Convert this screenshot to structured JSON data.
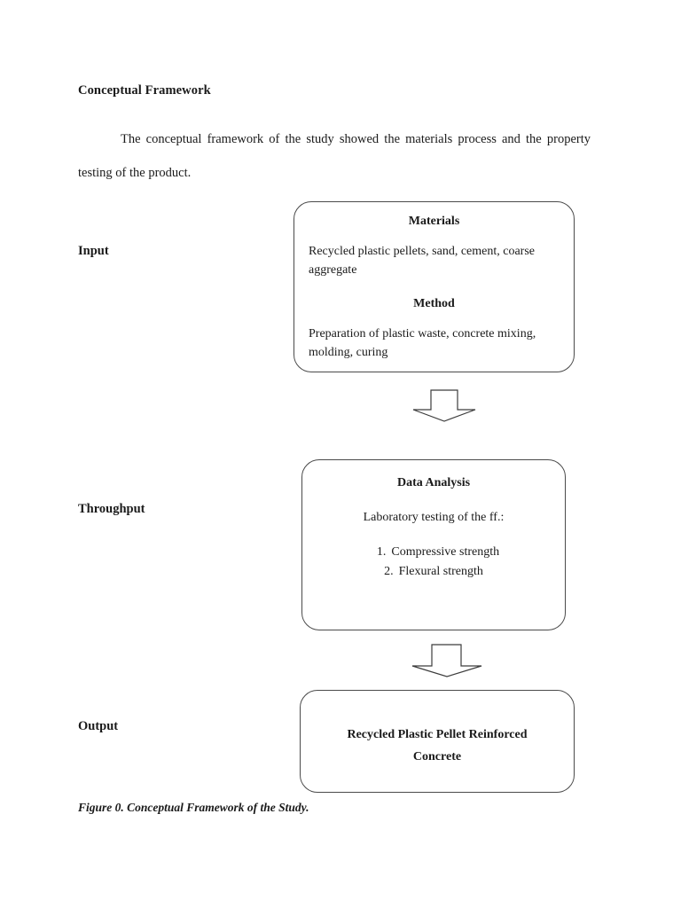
{
  "document": {
    "section_heading": "Conceptual Framework",
    "intro_paragraph": "The conceptual framework of the study showed the materials process and the property testing of the product.",
    "figure_caption": "Figure 0. Conceptual Framework of the Study."
  },
  "stage_labels": {
    "input": "Input",
    "throughput": "Throughput",
    "output": "Output"
  },
  "boxes": {
    "input": {
      "materials_title": "Materials",
      "materials_body": "Recycled plastic pellets, sand, cement, coarse aggregate",
      "method_title": "Method",
      "method_body": "Preparation of plastic waste, concrete mixing, molding, curing"
    },
    "throughput": {
      "title": "Data Analysis",
      "lead": "Laboratory testing of the ff.:",
      "items": [
        {
          "number": "1.",
          "label": "Compressive strength"
        },
        {
          "number": "2.",
          "label": "Flexural strength"
        }
      ]
    },
    "output": {
      "title": "Recycled Plastic Pellet Reinforced Concrete"
    }
  },
  "arrows": [
    {
      "name": "arrow-input-to-throughput",
      "direction": "down"
    },
    {
      "name": "arrow-throughput-to-output",
      "direction": "down"
    }
  ],
  "colors": {
    "page_background": "#ffffff",
    "text": "#1a1a1a",
    "box_border": "#4a4a4a",
    "arrow_stroke": "#3c3c3c"
  }
}
